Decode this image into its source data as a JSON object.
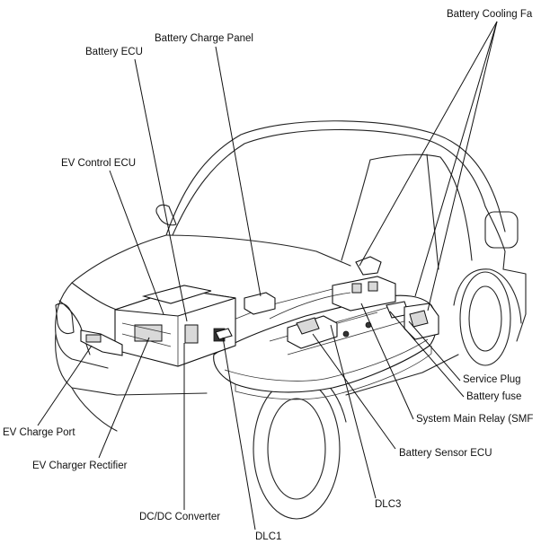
{
  "labels": {
    "battery_cooling_fan": "Battery Cooling Fa",
    "battery_charge_panel": "Battery Charge Panel",
    "battery_ecu": "Battery ECU",
    "ev_control_ecu": "EV Control ECU",
    "service_plug": "Service Plug",
    "battery_fuse": "Battery fuse",
    "system_main_relay": "System Main Relay (SMF",
    "ev_charge_port": "EV Charge Port",
    "battery_sensor_ecu": "Battery Sensor ECU",
    "ev_charger_rectifier": "EV Charger Rectifier",
    "dlc3": "DLC3",
    "dc_dc_converter": "DC/DC Converter",
    "dlc1": "DLC1"
  }
}
